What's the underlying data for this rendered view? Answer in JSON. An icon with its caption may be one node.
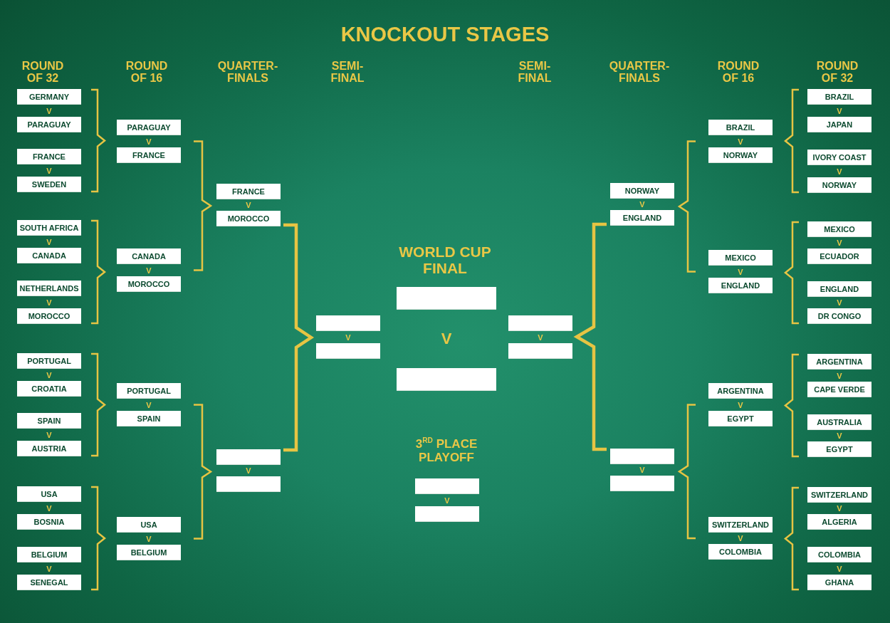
{
  "diagram": {
    "title": "KNOCKOUT STAGES",
    "nodes": [
      {
        "text": [
          "GERMANY"
        ]
      },
      {
        "text": [
          "PARAGUAY"
        ]
      },
      {
        "text": [
          "FRANCE"
        ]
      },
      {
        "text": [
          "SWEDEN"
        ]
      },
      {
        "text": [
          "SOUTH AFRICA"
        ]
      },
      {
        "text": [
          "CANADA"
        ]
      },
      {
        "text": [
          "NETHERLANDS"
        ]
      },
      {
        "text": [
          "MOROCCO"
        ]
      },
      {
        "text": [
          "PORTUGAL"
        ]
      },
      {
        "text": [
          "CROATIA"
        ]
      },
      {
        "text": [
          "SPAIN"
        ]
      },
      {
        "text": [
          "AUSTRIA"
        ]
      },
      {
        "text": [
          "USA"
        ]
      },
      {
        "text": [
          "BOSNIA"
        ]
      },
      {
        "text": [
          "BELGIUM"
        ]
      },
      {
        "text": [
          "SENEGAL"
        ]
      },
      {
        "text": [
          "PARAGUAY"
        ]
      },
      {
        "text": [
          "FRANCE"
        ]
      },
      {
        "text": [
          "CANADA"
        ]
      },
      {
        "text": [
          "MOROCCO"
        ]
      },
      {
        "text": [
          "PORTUGAL"
        ]
      },
      {
        "text": [
          "SPAIN"
        ]
      },
      {
        "text": [
          "USA"
        ]
      },
      {
        "text": [
          "BELGIUM"
        ]
      },
      {
        "text": [
          "FRANCE"
        ]
      },
      {
        "text": [
          "MOROCCO"
        ]
      },
      {
        "text": [],
        "shape": "box"
      },
      {
        "text": [],
        "shape": "box"
      },
      {
        "text": [],
        "shape": "box"
      },
      {
        "text": [],
        "shape": "box"
      },
      {
        "text": [],
        "shape": "box"
      },
      {
        "text": [],
        "shape": "box"
      },
      {
        "text": [],
        "shape": "box"
      },
      {
        "text": [],
        "shape": "box"
      },
      {
        "text": [],
        "shape": "box"
      },
      {
        "text": [],
        "shape": "box"
      },
      {
        "text": [
          "NORWAY"
        ]
      },
      {
        "text": [
          "ENGLAND"
        ]
      },
      {
        "text": [],
        "shape": "box"
      },
      {
        "text": [],
        "shape": "box"
      },
      {
        "text": [
          "BRAZIL"
        ]
      },
      {
        "text": [
          "NORWAY"
        ]
      },
      {
        "text": [
          "MEXICO"
        ]
      },
      {
        "text": [
          "ENGLAND"
        ]
      },
      {
        "text": [
          "ARGENTINA"
        ]
      },
      {
        "text": [
          "EGYPT"
        ]
      },
      {
        "text": [
          "SWITZERLAND"
        ]
      },
      {
        "text": [
          "COLOMBIA"
        ]
      },
      {
        "text": [
          "BRAZIL"
        ]
      },
      {
        "text": [
          "JAPAN"
        ]
      },
      {
        "text": [
          "IVORY COAST"
        ]
      },
      {
        "text": [
          "NORWAY"
        ]
      },
      {
        "text": [
          "MEXICO"
        ]
      },
      {
        "text": [
          "ECUADOR"
        ]
      },
      {
        "text": [
          "ENGLAND"
        ]
      },
      {
        "text": [
          "DR CONGO"
        ]
      },
      {
        "text": [
          "ARGENTINA"
        ]
      },
      {
        "text": [
          "CAPE VERDE"
        ]
      },
      {
        "text": [
          "AUSTRALIA"
        ]
      },
      {
        "text": [
          "EGYPT"
        ]
      },
      {
        "text": [
          "SWITZERLAND"
        ]
      },
      {
        "text": [
          "ALGERIA"
        ]
      },
      {
        "text": [
          "COLOMBIA"
        ]
      },
      {
        "text": [
          "GHANA"
        ]
      }
    ],
    "labels": [
      "ROUND OF 32",
      "ROUND OF 16",
      "QUARTER-FINALS",
      "SEMI-FINAL",
      "SEMI-FINAL",
      "QUARTER-FINALS",
      "ROUND OF 16",
      "ROUND OF 32",
      "V",
      "V",
      "V",
      "V",
      "V",
      "V",
      "V",
      "V",
      "V",
      "V",
      "V",
      "V",
      "V",
      "V",
      "V",
      "WORLD CUP FINAL",
      "V",
      "3$^{RD}$ PLACE PLAYOFF",
      "V",
      "V",
      "V",
      "V",
      "V",
      "V",
      "V",
      "V",
      "V",
      "V",
      "V",
      "V",
      "V",
      "V",
      "V",
      "V"
    ]
  }
}
